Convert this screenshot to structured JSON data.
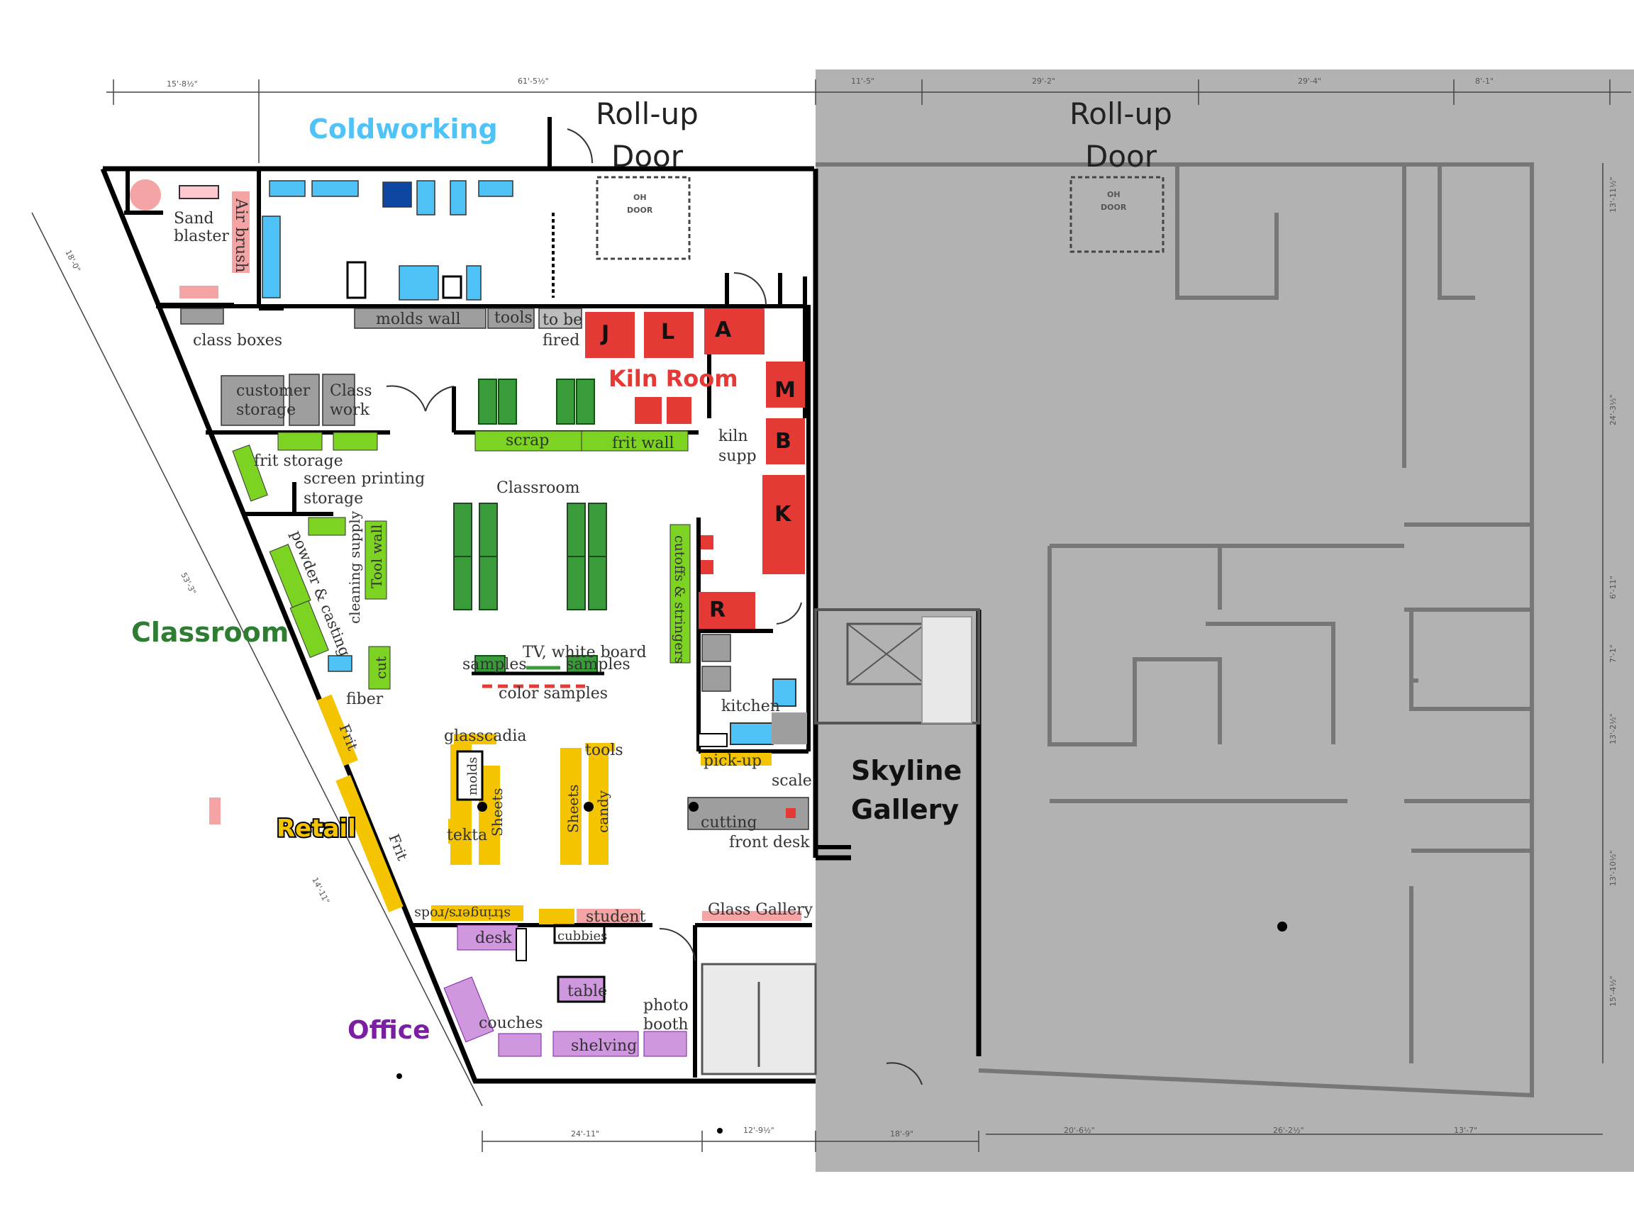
{
  "zones": {
    "coldworking": "Coldworking",
    "kiln_room": "Kiln Room",
    "classroom": "Classroom",
    "retail": "Retail",
    "office": "Office",
    "skyline_1": "Skyline",
    "skyline_2": "Gallery"
  },
  "doors": {
    "rollup_1": "Roll-up",
    "rollup_2": "Door",
    "rollup_gray_1": "Roll-up",
    "rollup_gray_2": "Door",
    "oh_1": "OH",
    "oh_2": "DOOR",
    "oh_gray_1": "OH",
    "oh_gray_2": "DOOR"
  },
  "labels": {
    "sand_1": "Sand",
    "sand_2": "blaster",
    "air_brush": "Air brush",
    "class_boxes": "class boxes",
    "molds_wall": "molds wall",
    "tools_top": "tools",
    "to_be": "to be",
    "fired": "fired",
    "customer": "customer",
    "storage": "storage",
    "class": "Class",
    "work": "work",
    "scrap": "scrap",
    "frit_wall": "frit wall",
    "kiln": "kiln",
    "supp": "supp",
    "frit_storage": "frit storage",
    "screen_printing": "screen printing",
    "storage2": "storage",
    "classroom_small": "Classroom",
    "tool_wall": "Tool wall",
    "cleaning_supply": "cleaning supply",
    "powder_casting": "powder & casting",
    "cutoffs": "cutoffs & stringers",
    "cut": "cut",
    "fiber": "fiber",
    "tv": "TV, white board",
    "samples_l": "samples",
    "samples_r": "samples",
    "color_samples": "color samples",
    "kitchen": "kitchen",
    "glasscadia": "glasscadia",
    "molds": "molds",
    "sheets_1": "Sheets",
    "sheets_2": "Sheets",
    "tools_mid": "tools",
    "candy": "candy",
    "tekta": "tekta",
    "frit_1": "Frit",
    "frit_2": "Frit",
    "pick_up": "pick-up",
    "scale": "scale",
    "cutting": "cutting",
    "front_desk": "front desk",
    "glass_gallery": "Glass Gallery",
    "stringers_rods": "stringers/rods",
    "student": "student",
    "desk": "desk",
    "cubbies": "cubbies",
    "table": "table",
    "couches": "couches",
    "shelving": "shelving",
    "photo": "photo",
    "booth": "booth"
  },
  "kilns": {
    "j": "J",
    "l": "L",
    "a": "A",
    "m": "M",
    "b": "B",
    "k": "K",
    "r": "R"
  },
  "dimensions": {
    "d1": "15'-8½\"",
    "d2": "61'-5½\"",
    "d3": "11'-5\"",
    "d4": "29'-2\"",
    "d5": "29'-4\"",
    "d6": "8'-1\"",
    "d7": "18'-0\"",
    "d8": "53'-3\"",
    "d9": "14'-11\"",
    "d10": "24'-11\"",
    "d11": "12'-9½\"",
    "d12": "18'-9\"",
    "d13": "20'-6½\"",
    "d14": "26'-2½\"",
    "d15": "13'-7\"",
    "r1": "13'-11½\"",
    "r2": "24'-3½\"",
    "r3": "6'-11\"",
    "r4": "7'-1\"",
    "r5": "13'-2½\"",
    "r6": "13'-10½\"",
    "r7": "15'-4½\""
  },
  "colors": {
    "coldworking": "#4fc3f7",
    "kiln": "#e53935",
    "classroom": "#2e7d32",
    "green_light": "#7cd321",
    "retail": "#f5c400",
    "office": "#7b1fa2",
    "office_fill": "#cf97de",
    "pink": "#f4a4a4",
    "gray": "#9e9e9e",
    "blueprint_gray": "#b2b2b2"
  }
}
